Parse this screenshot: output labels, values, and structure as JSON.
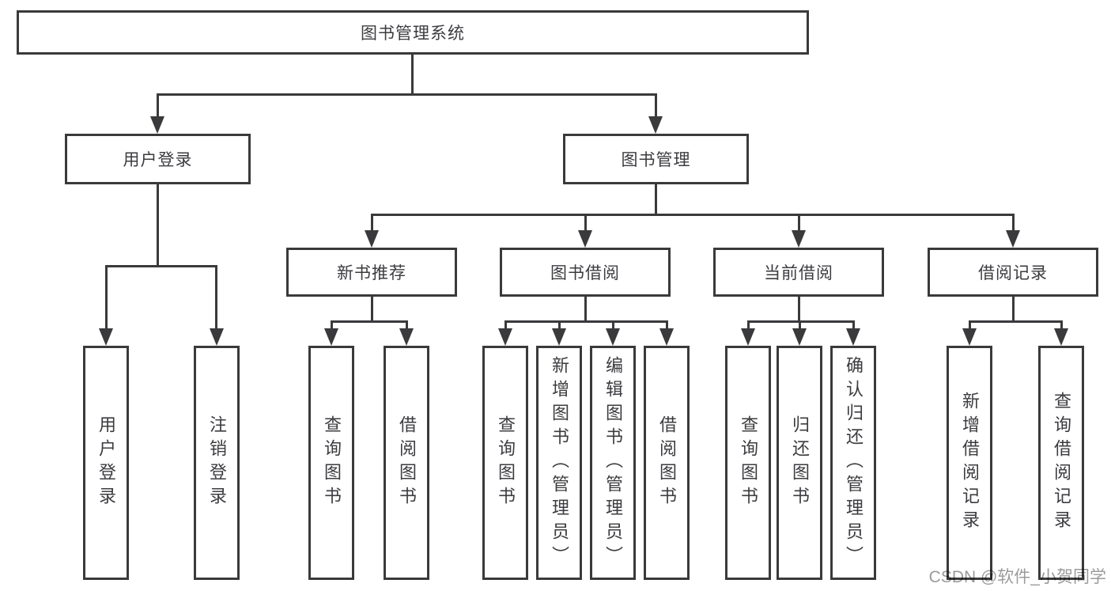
{
  "page": {
    "background": "#ffffff"
  },
  "watermark": {
    "text": "CSDN @软件_小贺同学",
    "color": "#9b9b9b"
  },
  "diagram": {
    "type": "hierarchy-tree",
    "line_color": "#3a3a3c",
    "text_color": "#3c3c40",
    "tree": {
      "label": "图书管理系统",
      "children": [
        {
          "label": "用户登录",
          "children": [
            {
              "label": "用户登录"
            },
            {
              "label": "注销登录"
            }
          ]
        },
        {
          "label": "图书管理",
          "children": [
            {
              "label": "新书推荐",
              "children": [
                {
                  "label": "查询图书"
                },
                {
                  "label": "借阅图书"
                }
              ]
            },
            {
              "label": "图书借阅",
              "children": [
                {
                  "label": "查询图书"
                },
                {
                  "label": "新增图书（管理员）"
                },
                {
                  "label": "编辑图书（管理员）"
                },
                {
                  "label": "借阅图书"
                }
              ]
            },
            {
              "label": "当前借阅",
              "children": [
                {
                  "label": "查询图书"
                },
                {
                  "label": "归还图书"
                },
                {
                  "label": "确认归还（管理员）"
                }
              ]
            },
            {
              "label": "借阅记录",
              "children": [
                {
                  "label": "新增借阅记录"
                },
                {
                  "label": "查询借阅记录"
                }
              ]
            }
          ]
        }
      ]
    }
  }
}
